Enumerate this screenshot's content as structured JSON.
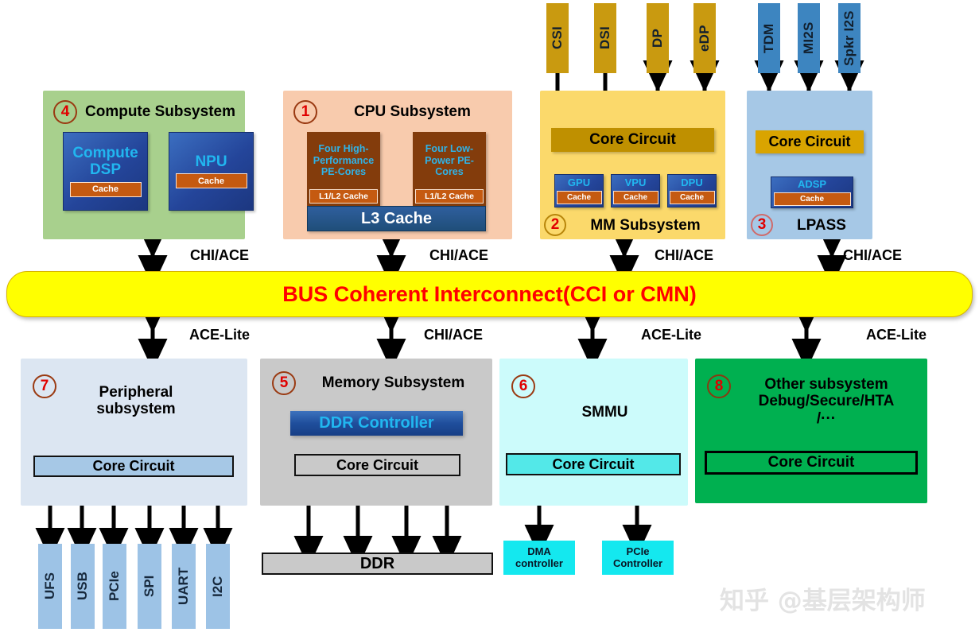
{
  "diagram": {
    "title": "SoC Subsystem Block Diagram",
    "bus": {
      "label": "BUS Coherent Interconnect(CCI or CMN)",
      "color": "#ffff00",
      "text_color": "#ff0000"
    },
    "watermark": "知乎 @基层架构师"
  },
  "top_ports": {
    "mm": [
      {
        "label": "CSI",
        "color": "#c99a10",
        "arrow": "down"
      },
      {
        "label": "DSI",
        "color": "#c99a10",
        "arrow": "down"
      },
      {
        "label": "DP",
        "color": "#c99a10",
        "arrow": "both"
      },
      {
        "label": "eDP",
        "color": "#c99a10",
        "arrow": "both"
      }
    ],
    "lpass": [
      {
        "label": "TDM",
        "color": "#3d85c0",
        "arrow": "both"
      },
      {
        "label": "MI2S",
        "color": "#3d85c0",
        "arrow": "both"
      },
      {
        "label": "Spkr I2S",
        "color": "#3d85c0",
        "arrow": "both"
      }
    ]
  },
  "subsystems": {
    "compute": {
      "number": "4",
      "title": "Compute Subsystem",
      "color": "#a8d08d",
      "blocks": [
        {
          "name": "Compute\nDSP",
          "cache": "Cache"
        },
        {
          "name": "NPU",
          "cache": "Cache"
        }
      ]
    },
    "cpu": {
      "number": "1",
      "title": "CPU Subsystem",
      "color": "#f8cbad",
      "cores": [
        {
          "name": "Four High-Performance PE-Cores",
          "cache": "L1/L2 Cache"
        },
        {
          "name": "Four Low-Power PE-Cores",
          "cache": "L1/L2 Cache"
        }
      ],
      "l3_label": "L3 Cache"
    },
    "mm": {
      "number": "2",
      "title": "MM Subsystem",
      "color": "#fbd96b",
      "core_circuit": "Core Circuit",
      "blocks": [
        {
          "name": "GPU",
          "cache": "Cache"
        },
        {
          "name": "VPU",
          "cache": "Cache"
        },
        {
          "name": "DPU",
          "cache": "Cache"
        }
      ]
    },
    "lpass": {
      "number": "3",
      "title": "LPASS",
      "color": "#a6c8e6",
      "core_circuit": "Core Circuit",
      "blocks": [
        {
          "name": "ADSP",
          "cache": "Cache"
        }
      ]
    },
    "peripheral": {
      "number": "7",
      "title": "Peripheral subsystem",
      "color": "#dce6f2",
      "core_circuit": "Core Circuit",
      "ports": [
        "UFS",
        "USB",
        "PCIe",
        "SPI",
        "UART",
        "I2C"
      ]
    },
    "memory": {
      "number": "5",
      "title": "Memory Subsystem",
      "color": "#c9c9c9",
      "ddr_controller": "DDR Controller",
      "core_circuit": "Core Circuit",
      "ddr": "DDR"
    },
    "smmu": {
      "number": "6",
      "title": "SMMU",
      "color": "#ccfbfb",
      "core_circuit": "Core Circuit",
      "controllers": [
        {
          "name": "DMA\ncontroller"
        },
        {
          "name": "PCIe\nController"
        }
      ]
    },
    "other": {
      "number": "8",
      "title": "Other subsystem\nDebug/Secure/HTA\n/···",
      "color": "#00b050",
      "core_circuit": "Core Circuit"
    }
  },
  "links": {
    "upper": [
      {
        "label": "CHI/ACE"
      },
      {
        "label": "CHI/ACE"
      },
      {
        "label": "CHI/ACE"
      },
      {
        "label": "CHI/ACE"
      }
    ],
    "lower": [
      {
        "label": "ACE-Lite"
      },
      {
        "label": "CHI/ACE"
      },
      {
        "label": "ACE-Lite"
      },
      {
        "label": "ACE-Lite"
      }
    ]
  }
}
